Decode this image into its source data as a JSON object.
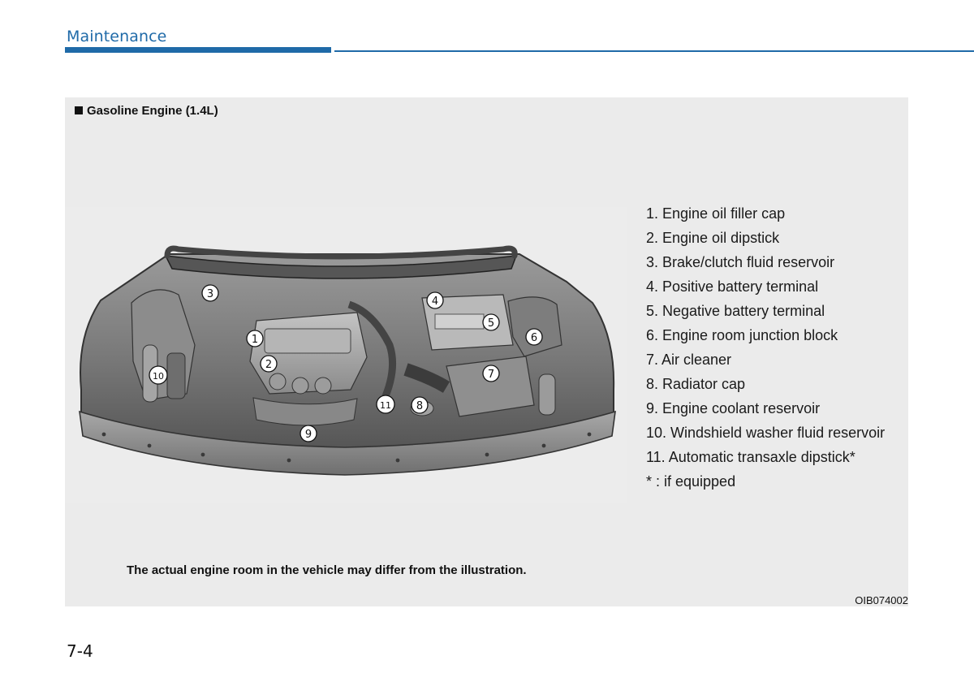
{
  "header": {
    "section_title": "Maintenance"
  },
  "figure": {
    "heading": "Gasoline Engine (1.4L)",
    "callouts": [
      "1",
      "2",
      "3",
      "4",
      "5",
      "6",
      "7",
      "8",
      "9",
      "10",
      "11"
    ],
    "legend": [
      "1. Engine oil filler cap",
      "2. Engine oil dipstick",
      "3. Brake/clutch fluid reservoir",
      "4. Positive battery terminal",
      "5. Negative battery terminal",
      "6. Engine room junction block",
      "7. Air cleaner",
      "8. Radiator cap",
      "9. Engine coolant reservoir",
      "10. Windshield washer fluid reservoir",
      "11. Automatic transaxle dipstick*"
    ],
    "footnote": "* : if equipped",
    "caption": "The actual engine room in the vehicle may differ from the illustration.",
    "code": "OIB074002"
  },
  "footer": {
    "page_number": "7-4"
  }
}
